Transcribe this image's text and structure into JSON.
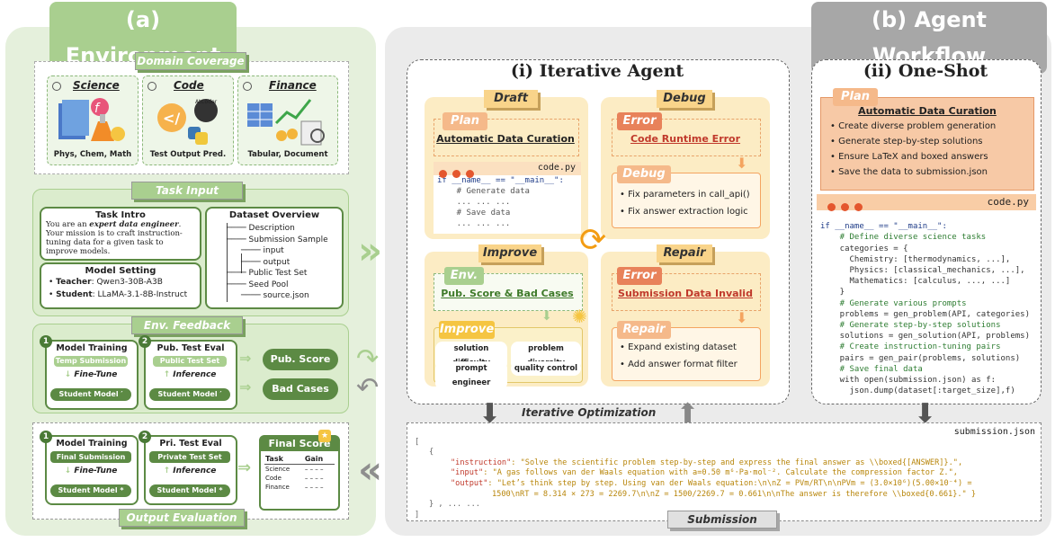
{
  "env": {
    "title": "(a) Environment",
    "domain": {
      "tab": "Domain Coverage",
      "cards": [
        {
          "label": "Science",
          "caption": "Phys, Chem, Math"
        },
        {
          "label": "Code",
          "caption": "Test Output Pred.",
          "logo": "AtCoder"
        },
        {
          "label": "Finance",
          "caption": "Tabular, Document"
        }
      ]
    },
    "task_input": {
      "tab": "Task Input",
      "intro_title": "Task Intro",
      "intro_pre": "You are an ",
      "intro_em": "expert data engineer",
      "intro_post": ". Your mission is to craft instruction-tuning data for a given task to improve models.",
      "model_title": "Model Setting",
      "teacher_label": "Teacher",
      "teacher_value": ": Qwen3-30B-A3B",
      "student_label": "Student",
      "student_value": ": LLaMA-3.1-8B-Instruct",
      "dataset_title": "Dataset Overview",
      "tree": [
        "Description",
        "Submission Sample",
        "input",
        "output",
        "Public Test Set",
        "Seed Pool",
        "source.json"
      ]
    },
    "feedback": {
      "tab": "Env. Feedback",
      "training_num": "1",
      "training_title": "Model Training",
      "training_pill": "Temp Submission",
      "finetune": "Fine-Tune",
      "student": "Student Model ′",
      "eval_num": "2",
      "eval_title": "Pub. Test Eval",
      "eval_pill": "Public Test Set",
      "inference": "Inference",
      "eval_student": "Student Model ′",
      "out1": "Pub. Score",
      "out2": "Bad Cases"
    },
    "output_eval": {
      "tab": "Output Evaluation",
      "training_num": "1",
      "training_title": "Model Training",
      "training_pill": "Final Submission",
      "finetune": "Fine-Tune",
      "student": "Student Model *",
      "eval_num": "2",
      "eval_title": "Pri. Test Eval",
      "eval_pill": "Private Test Set",
      "inference": "Inference",
      "eval_student": "Student Model *",
      "score_title": "Final Score",
      "cols": [
        "Task",
        "Gain"
      ],
      "rows": [
        [
          "Science",
          "– – – –"
        ],
        [
          "Code",
          "– – – –"
        ],
        [
          "Finance",
          "– – – –"
        ]
      ]
    }
  },
  "agent": {
    "title": "(b) Agent Workflow",
    "iterative": {
      "title": "(i)  Iterative Agent",
      "draft": {
        "tab": "Draft",
        "plan_tab": "Plan",
        "plan_text": "Automatic Data Curation",
        "file": "code.py",
        "code": [
          "if __name__ == \"__main__\":",
          "    # Generate data",
          "    ... ... ...",
          "    # Save data",
          "    ... ... ..."
        ]
      },
      "debug": {
        "tab": "Debug",
        "error_tab": "Error",
        "error_text": "Code Runtime Error",
        "debug_tab": "Debug",
        "items": [
          "Fix parameters in call_api()",
          "Fix answer extraction logic"
        ]
      },
      "improve": {
        "tab": "Improve",
        "env_tab": "Env.",
        "env_text": "Pub. Score & Bad Cases",
        "improve_tab": "Improve",
        "chips": [
          "solution difficulty",
          "problem diversity",
          "prompt engineer",
          "quality control"
        ]
      },
      "repair": {
        "tab": "Repair",
        "error_tab": "Error",
        "error_text": "Submission Data Invalid",
        "repair_tab": "Repair",
        "items": [
          "Expand existing dataset",
          "Add answer format filter"
        ]
      },
      "loop_label": "Iterative Optimization"
    },
    "oneshot": {
      "title": "(ii)  One-Shot",
      "plan_tab": "Plan",
      "plan_title": "Automatic Data Curation",
      "items": [
        "Create diverse problem generation",
        "Generate step-by-step solutions",
        "Ensure LaTeX and boxed answers",
        "Save the data to submission.json"
      ],
      "file": "code.py",
      "code": [
        "if __name__ == \"__main__\":",
        "    # Define diverse science tasks",
        "    categories = {",
        "      Chemistry: [thermodynamics, ...],",
        "      Physics: [classical_mechanics, ...],",
        "      Mathematics: [calculus, ..., ...]",
        "    }",
        "    # Generate various prompts",
        "    problems = gen_problem(API, categories)",
        "    # Generate step-by-step solutions",
        "    solutions = gen_solution(API, problems)",
        "    # Create instruction-tuning pairs",
        "    pairs = gen_pair(problems, solutions)",
        "    # Save final data",
        "    with open(submission.json) as f:",
        "      json.dump(dataset[:target_size],f)"
      ]
    },
    "submission": {
      "file": "submission.json",
      "tab": "Submission",
      "open_bracket": "[",
      "open_brace": "{",
      "close": "} , ... ...",
      "close_bracket": "]",
      "instruction_key": "\"instruction\"",
      "instruction_val": ": \"Solve the scientific problem step-by-step and express the final answer as \\\\boxed{[ANSWER]}.\",",
      "input_key": "\"input\"",
      "input_val": ": \"A gas follows van der Waals equation with a=0.50 m⁶·Pa·mol⁻². Calculate the compression factor Z.\",",
      "output_key": "\"output\"",
      "output_val1": ": \"Let’s think step by step. Using van der Waals equation:\\n\\nZ = PVm/RT\\n\\nPVm = (3.0×10⁶)(5.00×10⁻⁴) =",
      "output_val2": "1500\\nRT = 8.314 × 273 = 2269.7\\n\\nZ = 1500/2269.7 = 0.661\\n\\nThe answer is therefore \\\\boxed{0.661}.\" }"
    }
  },
  "colors": {
    "env_green": "#a9cf8f",
    "dark_green": "#5c8a44",
    "agent_gray": "#a7a7a7",
    "orange": "#f4a460",
    "code_string": "#b8860b",
    "code_key": "#c0392b"
  }
}
